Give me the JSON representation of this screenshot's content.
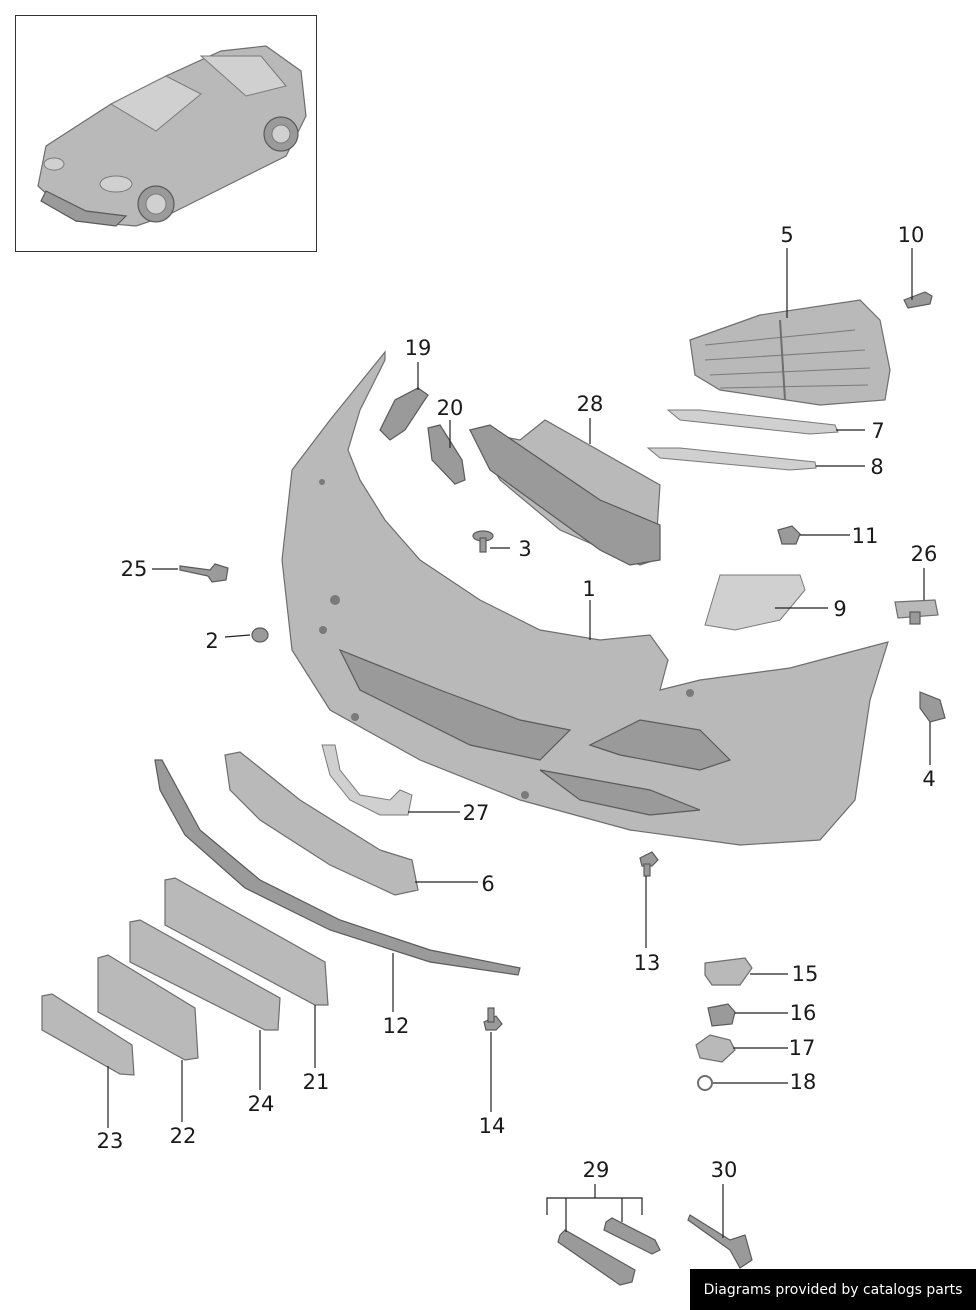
{
  "watermark": "Diagrams provided by catalogs parts",
  "callouts": [
    "1",
    "2",
    "3",
    "4",
    "5",
    "6",
    "7",
    "8",
    "9",
    "10",
    "11",
    "12",
    "13",
    "14",
    "15",
    "16",
    "17",
    "18",
    "19",
    "20",
    "21",
    "22",
    "23",
    "24",
    "25",
    "26",
    "27",
    "28",
    "29",
    "30"
  ],
  "colors": {
    "part": "#b9b9b9",
    "outline": "#6e6e6e",
    "text": "#1a1a1a",
    "watermark_bg": "#000000"
  }
}
